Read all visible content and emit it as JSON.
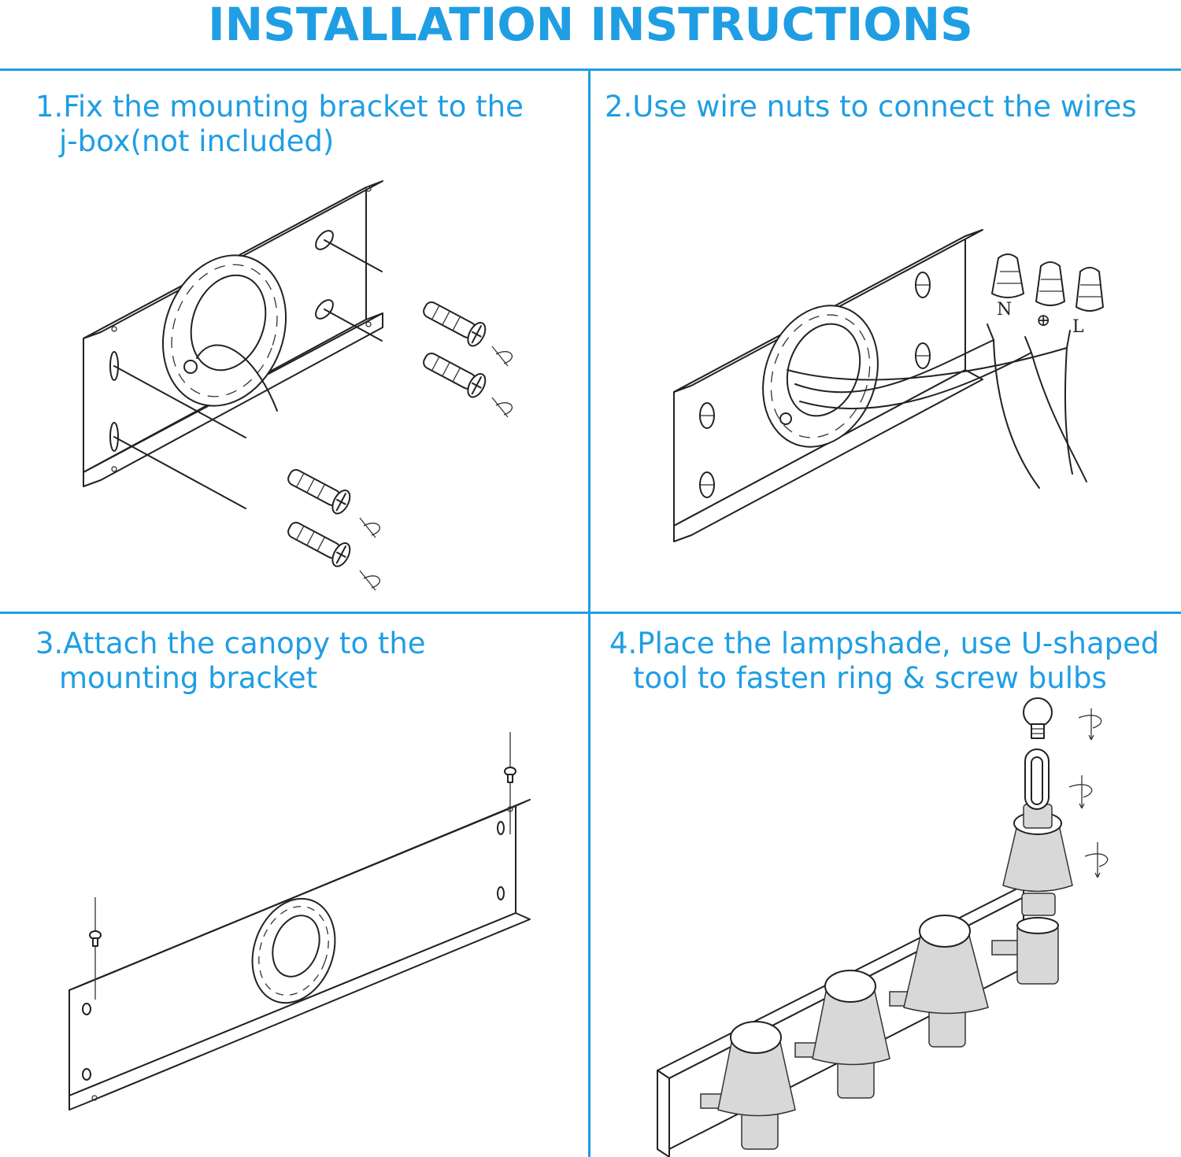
{
  "header": {
    "title": "INSTALLATION INSTRUCTIONS"
  },
  "colors": {
    "accent": "#1f9ee3",
    "line_art": "#222222"
  },
  "steps": [
    {
      "line1": "1.Fix the mounting bracket to the",
      "line2": "j-box(not included)"
    },
    {
      "line1": "2.Use wire nuts to connect the wires",
      "line2": ""
    },
    {
      "line1": "3.Attach the canopy to the",
      "line2": "mounting bracket"
    },
    {
      "line1": "4.Place the lampshade, use U-shaped",
      "line2": "tool to fasten ring & screw bulbs"
    }
  ],
  "wire_labels": {
    "neutral": "N",
    "ground": "⊕",
    "live": "L"
  }
}
